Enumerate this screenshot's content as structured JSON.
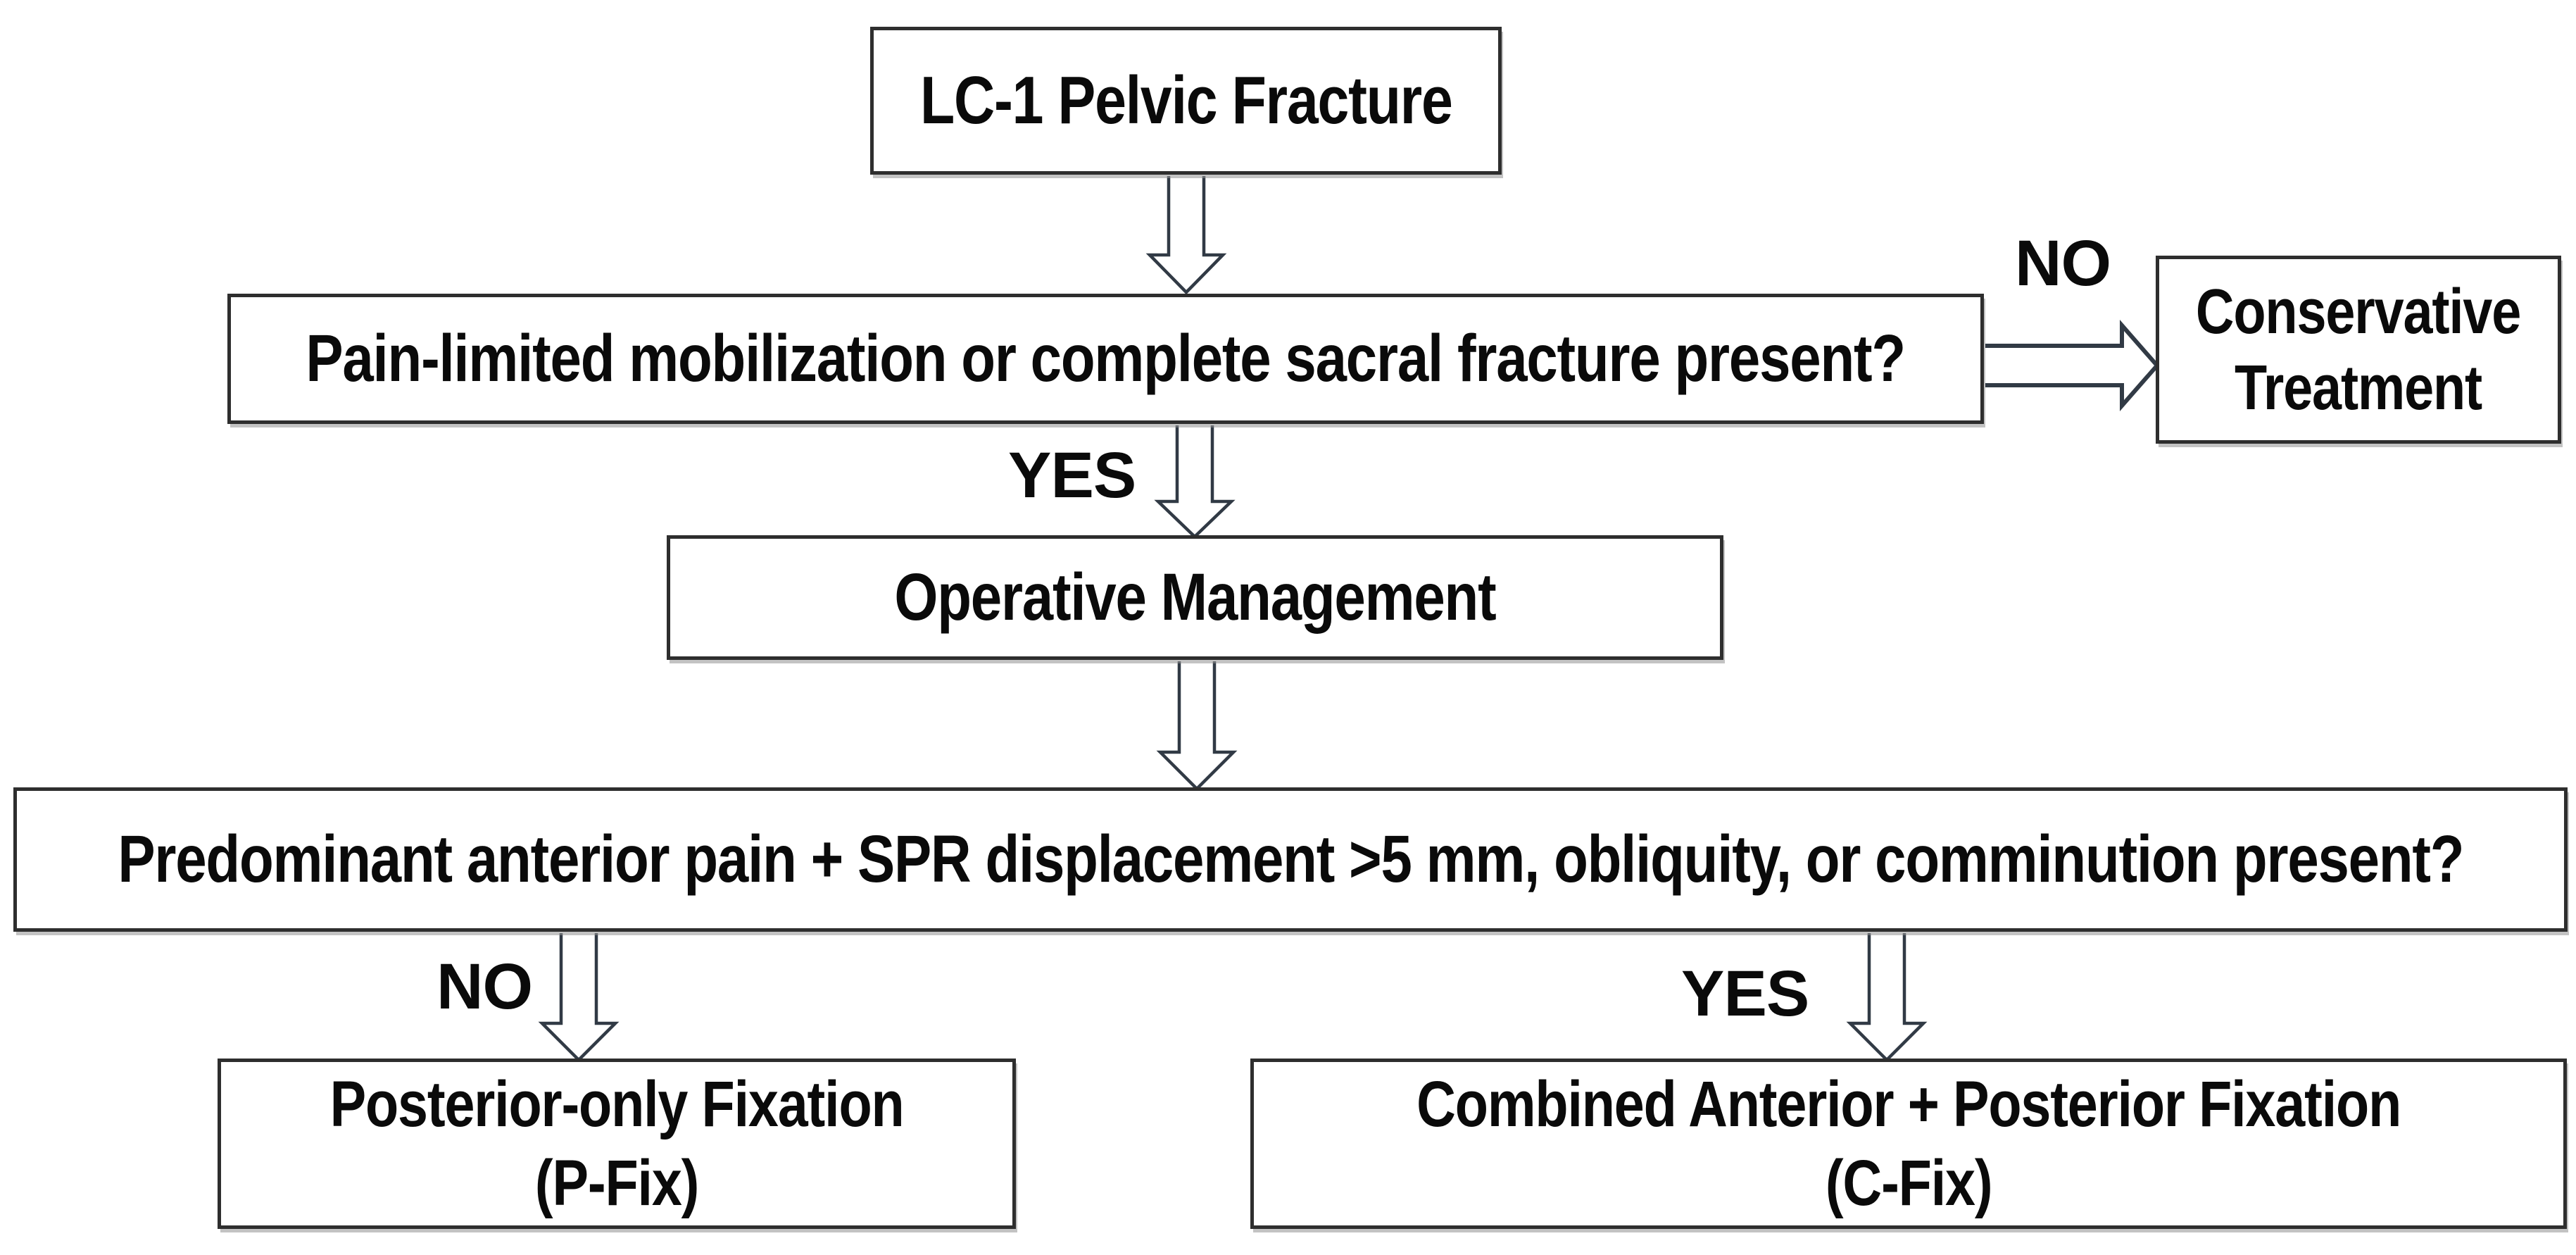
{
  "diagram": {
    "title": "LC-1 pelvic fracture treatment decision flowchart",
    "nodes": {
      "lc1": {
        "text": "LC-1 Pelvic Fracture"
      },
      "q_mobilization": {
        "text": "Pain-limited mobilization or complete sacral fracture present?"
      },
      "conservative": {
        "text": "Conservative\nTreatment"
      },
      "operative": {
        "text": "Operative Management"
      },
      "q_anterior": {
        "text": "Predominant anterior pain + SPR displacement >5 mm, obliquity, or comminution present?"
      },
      "pfix": {
        "text": "Posterior-only Fixation\n(P-Fix)"
      },
      "cfix": {
        "text": "Combined Anterior + Posterior Fixation\n(C-Fix)"
      }
    },
    "edge_labels": {
      "no_conservative": "NO",
      "yes_operative": "YES",
      "no_pfix": "NO",
      "yes_cfix": "YES"
    },
    "colors": {
      "background": "#ffffff",
      "box_fill": "#ffffff",
      "box_border": "#2e2e2e",
      "text": "#0a0a0a",
      "arrow_outline": "#313a45",
      "arrow_fill": "#ffffff",
      "shadow": "#919191"
    }
  }
}
